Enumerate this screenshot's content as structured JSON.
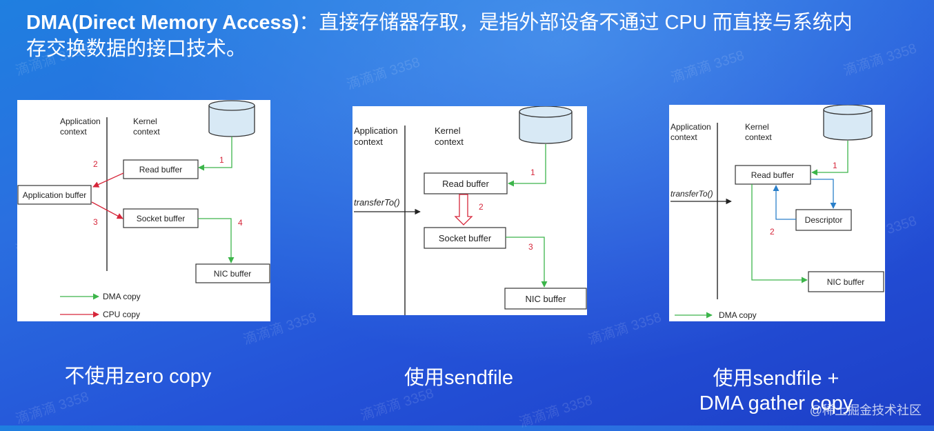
{
  "heading": {
    "bold": "DMA(Direct Memory Access)",
    "rest": "：直接存储器存取，是指外部设备不通过 CPU 而直接与系统内存交换数据的接口技术。"
  },
  "diagram1": {
    "app_context": [
      "Application",
      "context"
    ],
    "kernel_context": [
      "Kernel",
      "context"
    ],
    "read_buffer": "Read buffer",
    "application_buffer": "Application buffer",
    "socket_buffer": "Socket buffer",
    "nic_buffer": "NIC buffer",
    "step1": "1",
    "step2": "2",
    "step3": "3",
    "step4": "4",
    "legend_dma": "DMA copy",
    "legend_cpu": "CPU copy"
  },
  "diagram2": {
    "app_context": [
      "Application",
      "context"
    ],
    "kernel_context": [
      "Kernel",
      "context"
    ],
    "call": "transferTo()",
    "read_buffer": "Read buffer",
    "socket_buffer": "Socket buffer",
    "nic_buffer": "NIC buffer",
    "step1": "1",
    "step2": "2",
    "step3": "3"
  },
  "diagram3": {
    "app_context": [
      "Application",
      "context"
    ],
    "kernel_context": [
      "Kernel",
      "context"
    ],
    "call": "transferTo()",
    "read_buffer": "Read buffer",
    "descriptor": "Descriptor",
    "nic_buffer": "NIC buffer",
    "step1": "1",
    "step2": "2",
    "legend_dma": "DMA copy"
  },
  "captions": {
    "left": "不使用zero copy",
    "middle": "使用sendfile",
    "right_line1": "使用sendfile +",
    "right_line2": "DMA gather copy"
  },
  "watermark": "滴滴滴 3358",
  "credit": "@稀土掘金技术社区",
  "colors": {
    "dma_arrow": "#3cb54a",
    "cpu_arrow": "#d6263a",
    "blue_arrow": "#2a7fc9",
    "step_number": "#d6263a",
    "disk_fill": "#d8e9f5"
  }
}
